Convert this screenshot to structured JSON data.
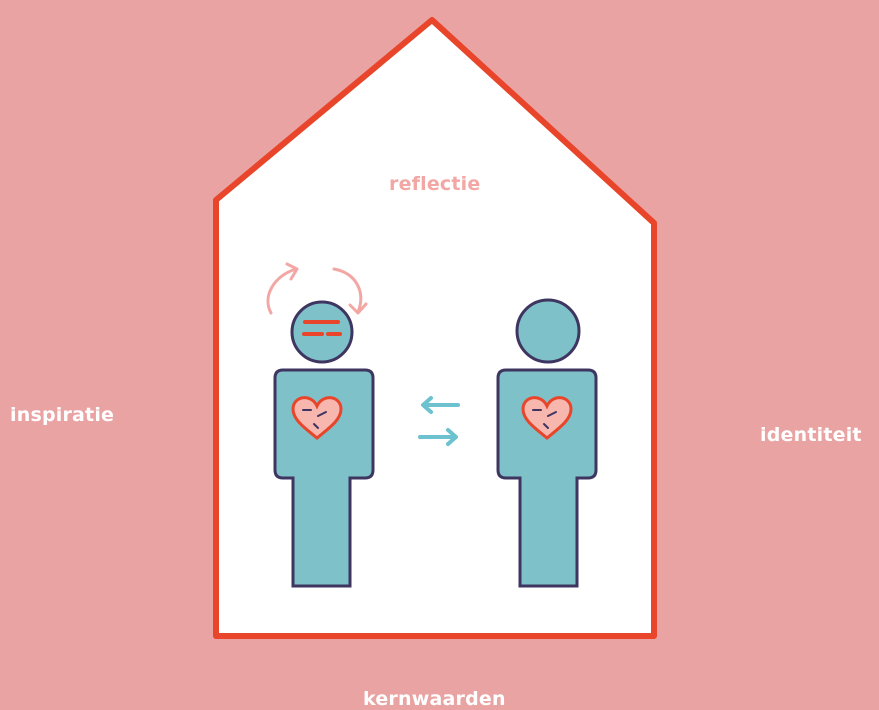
{
  "labels": {
    "inspiratie": "inspiratie",
    "identiteit": "identiteit",
    "kernwaarden": "kernwaarden",
    "reflectie": "reflectie"
  },
  "colors": {
    "background": "#e9a3a3",
    "house_outline": "#e8452a",
    "house_fill": "#ffffff",
    "figure_fill": "#7fc1c9",
    "figure_shadow": "#3e3560",
    "heart": "#e8452a",
    "reflection_arrows": "#f3a7a4",
    "exchange_arrows": "#6cc3cf"
  },
  "icons": {
    "house": "house-outline-icon",
    "person_left": "person-reflecting-icon",
    "person_right": "person-icon",
    "exchange": "exchange-arrows-icon",
    "reflection": "circular-arrows-icon",
    "heart": "heart-icon"
  }
}
